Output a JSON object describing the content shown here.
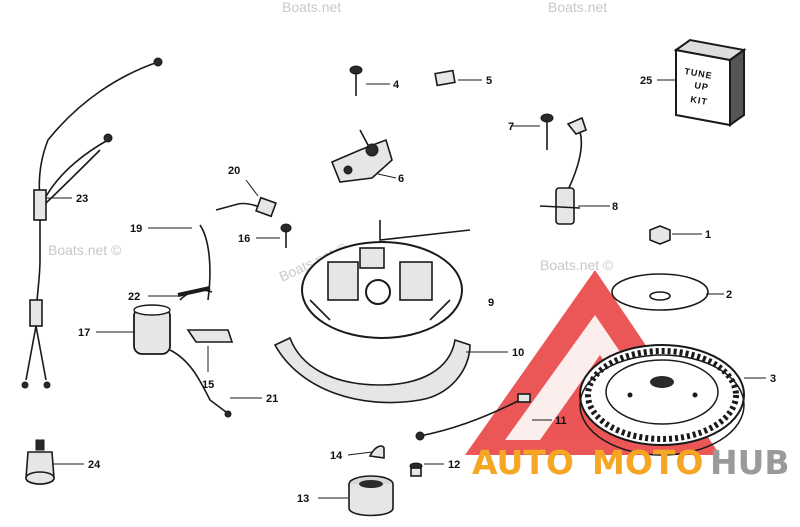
{
  "callouts": {
    "c1": "1",
    "c2": "2",
    "c3": "3",
    "c4": "4",
    "c5": "5",
    "c6": "6",
    "c7": "7",
    "c8": "8",
    "c9": "9",
    "c10": "10",
    "c11": "11",
    "c12": "12",
    "c13": "13",
    "c14": "14",
    "c15": "15",
    "c16": "16",
    "c17": "17",
    "c19": "19",
    "c20": "20",
    "c21": "21",
    "c22": "22",
    "c23": "23",
    "c24": "24",
    "c25": "25"
  },
  "kit_label": {
    "line1": "TUNE",
    "line2": "UP",
    "line3": "KIT"
  },
  "watermarks": {
    "w1": "Boats.net",
    "w2": "Boats.net ©",
    "w3": "Boats.net ©",
    "w4": "Boats.net ©",
    "w5": "Boats.net ©"
  },
  "brand": {
    "auto": "AUTO",
    "moto": "MOTO",
    "hub": "HUB"
  },
  "colors": {
    "brand_orange": "#f5a623",
    "brand_gray": "#9a9a9a",
    "logo_red": "#e83a3a"
  }
}
